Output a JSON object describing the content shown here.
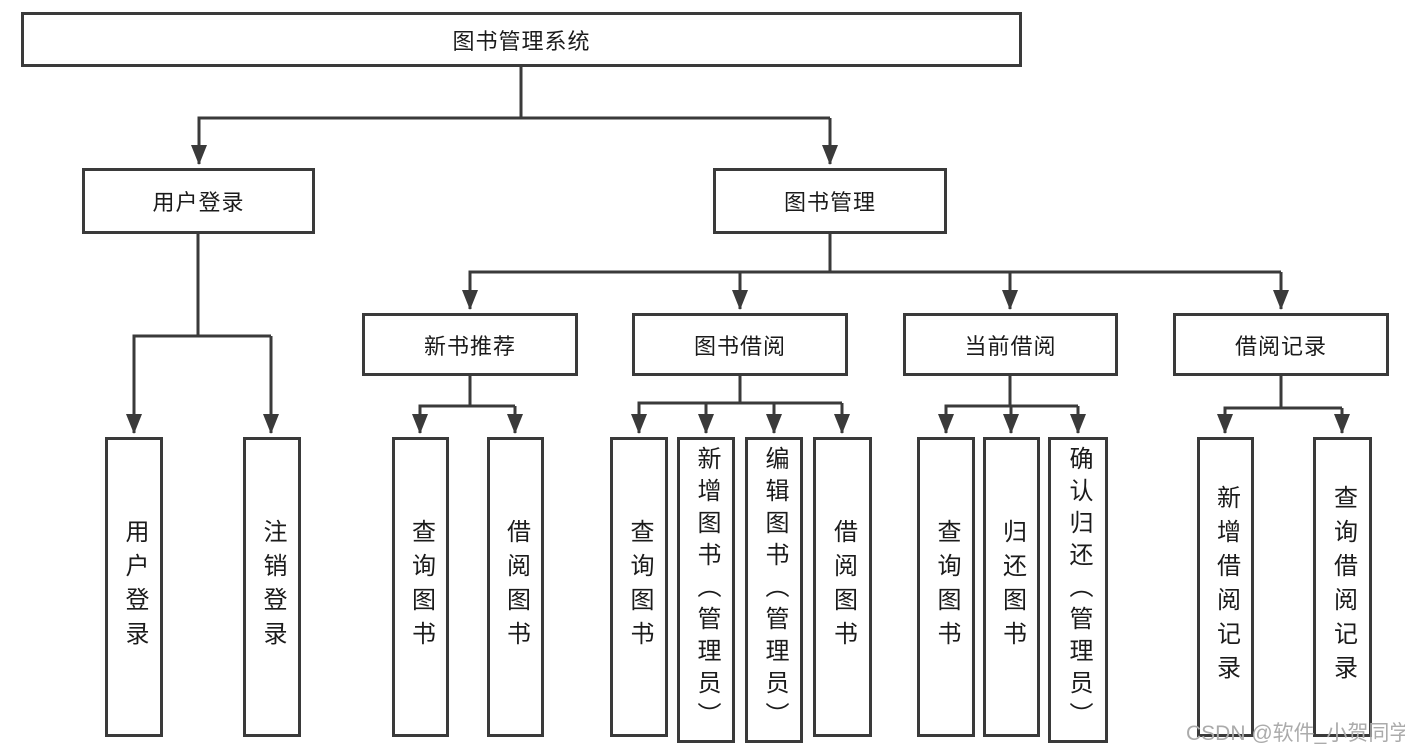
{
  "root": {
    "label": "图书管理系统"
  },
  "level2": [
    {
      "label": "用户登录"
    },
    {
      "label": "图书管理"
    }
  ],
  "level3": [
    {
      "label": "新书推荐"
    },
    {
      "label": "图书借阅"
    },
    {
      "label": "当前借阅"
    },
    {
      "label": "借阅记录"
    }
  ],
  "level4": [
    {
      "label": "用户登录"
    },
    {
      "label": "注销登录"
    },
    {
      "label": "查询图书"
    },
    {
      "label": "借阅图书"
    },
    {
      "label": "查询图书"
    },
    {
      "label": "新增图书（管理员）"
    },
    {
      "label": "编辑图书（管理员）"
    },
    {
      "label": "借阅图书"
    },
    {
      "label": "查询图书"
    },
    {
      "label": "归还图书"
    },
    {
      "label": "确认归还（管理员）"
    },
    {
      "label": "新增借阅记录"
    },
    {
      "label": "查询借阅记录"
    }
  ],
  "watermark": "CSDN @软件_小贺同学",
  "colors": {
    "line": "#3a3a3a",
    "text": "#1b1b1b",
    "watermark": "#ababab",
    "background": "#ffffff"
  }
}
